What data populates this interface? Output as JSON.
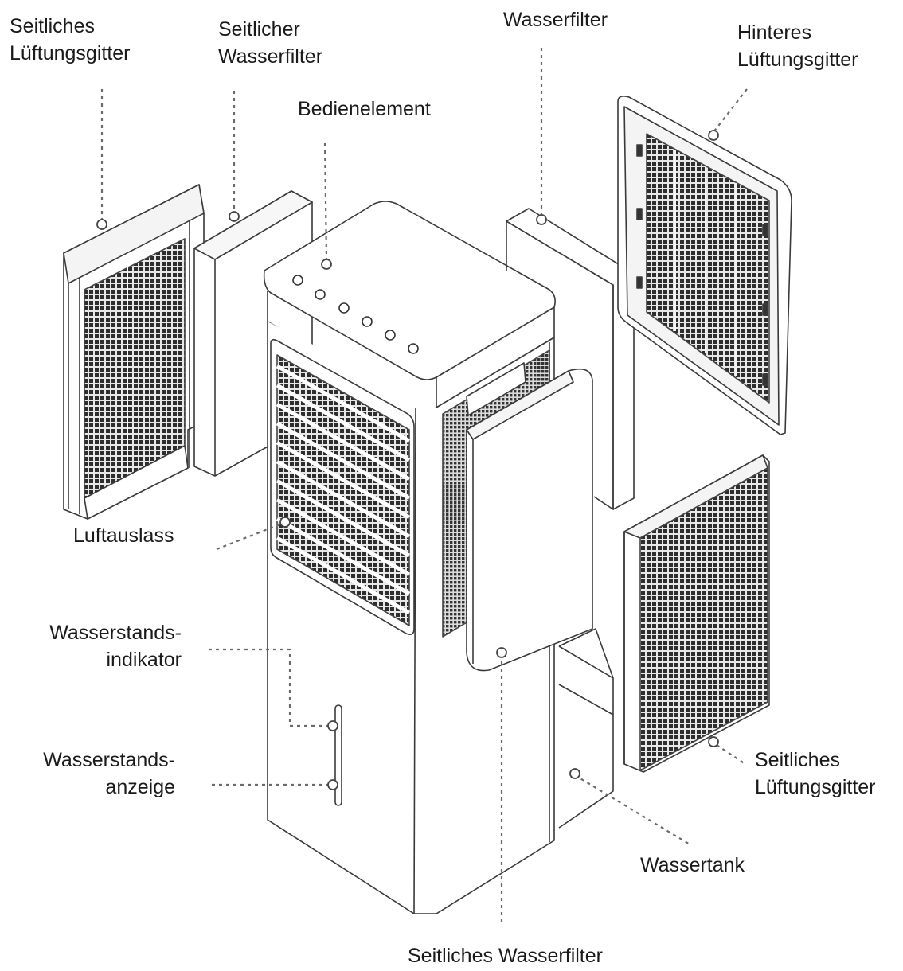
{
  "labels": {
    "side_grille_left": {
      "line1": "Seitliches",
      "line2": "Lüftungsgitter"
    },
    "side_water_filter_left": {
      "line1": "Seitlicher",
      "line2": "Wasserfilter"
    },
    "control_panel": "Bedienelement",
    "water_filter": "Wasserfilter",
    "rear_grille": {
      "line1": "Hinteres",
      "line2": "Lüftungsgitter"
    },
    "air_outlet": "Luftauslass",
    "water_level_indicator": {
      "line1": "Wasserstands-",
      "line2": "indikator"
    },
    "water_level_display": {
      "line1": "Wasserstands-",
      "line2": "anzeige"
    },
    "side_grille_right": {
      "line1": "Seitliches",
      "line2": "Lüftungsgitter"
    },
    "water_tank": "Wassertank",
    "side_water_filter_bottom": "Seitliches Wasserfilter"
  },
  "colors": {
    "line": "#3a3a3a",
    "mesh": "#2b2b2b",
    "leader": "#6a6a6a",
    "text": "#1a1a1a"
  }
}
